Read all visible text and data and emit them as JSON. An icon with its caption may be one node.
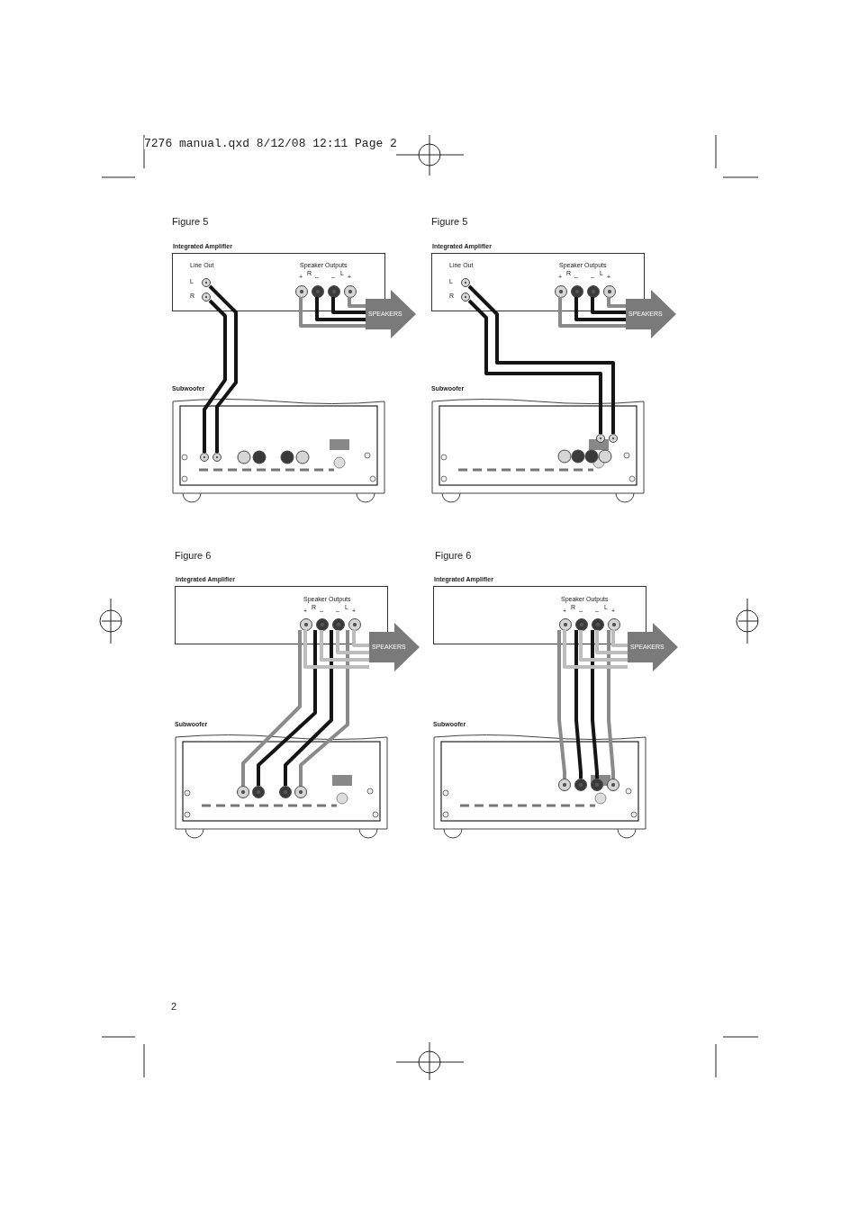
{
  "diagram": {
    "nodes": [
      {
        "text": [
          "Integrated Amplifier"
        ]
      },
      {
        "text": [],
        "shape": "circle",
        "in": 0
      },
      {
        "text": [],
        "shape": "circle",
        "in": 0
      },
      {
        "text": [],
        "shape": "circle",
        "in": 0
      },
      {
        "text": [],
        "shape": "circle",
        "in": 0
      },
      {
        "text": [],
        "shape": "circle",
        "in": 0
      },
      {
        "text": [],
        "shape": "circle",
        "in": 0
      },
      {
        "text": [
          "SPEAKERS"
        ]
      },
      {
        "text": [
          "Subwoofer"
        ]
      },
      {
        "text": [],
        "shape": "circle",
        "in": 8
      },
      {
        "text": [],
        "shape": "circle",
        "in": 8
      },
      {
        "text": [
          "Integrated Amplifier"
        ]
      },
      {
        "text": [],
        "shape": "circle",
        "in": 11
      },
      {
        "text": [],
        "shape": "circle",
        "in": 11
      },
      {
        "text": [],
        "shape": "circle",
        "in": 11
      },
      {
        "text": [],
        "shape": "circle",
        "in": 11
      },
      {
        "text": [],
        "shape": "circle",
        "in": 11
      },
      {
        "text": [],
        "shape": "circle",
        "in": 11
      },
      {
        "text": [
          "SPEAKERS"
        ]
      },
      {
        "text": [
          "Subwoofer"
        ]
      },
      {
        "text": [],
        "shape": "circle",
        "in": 19
      },
      {
        "text": [],
        "shape": "circle",
        "in": 19
      },
      {
        "text": [
          "Integrated Amplifier"
        ]
      },
      {
        "text": [],
        "shape": "circle",
        "in": 22
      },
      {
        "text": [],
        "shape": "circle",
        "in": 22
      },
      {
        "text": [],
        "shape": "circle",
        "in": 22
      },
      {
        "text": [],
        "shape": "circle",
        "in": 22
      },
      {
        "text": [
          "SPEAKERS"
        ]
      },
      {
        "text": [
          "Subwoofer"
        ]
      },
      {
        "text": [],
        "shape": "circle",
        "in": 28
      },
      {
        "text": [],
        "shape": "circle",
        "in": 28
      },
      {
        "text": [],
        "shape": "circle",
        "in": 28
      },
      {
        "text": [],
        "shape": "circle",
        "in": 28
      },
      {
        "text": [
          "Integrated Amplifier"
        ]
      },
      {
        "text": [],
        "shape": "circle",
        "in": 33
      },
      {
        "text": [],
        "shape": "circle",
        "in": 33
      },
      {
        "text": [],
        "shape": "circle",
        "in": 33
      },
      {
        "text": [],
        "shape": "circle",
        "in": 33
      },
      {
        "text": [
          "SPEAKERS"
        ]
      },
      {
        "text": [
          "Subwoofer"
        ]
      },
      {
        "text": [],
        "shape": "circle",
        "in": 39
      },
      {
        "text": [],
        "shape": "circle",
        "in": 39
      },
      {
        "text": [],
        "shape": "circle",
        "in": 39
      },
      {
        "text": [],
        "shape": "circle",
        "in": 39
      }
    ],
    "edges": [
      {
        "from": 1,
        "to": 10,
        "arrow": "none"
      },
      {
        "from": 2,
        "to": 9,
        "arrow": "none"
      },
      {
        "from": 3,
        "to": 7,
        "arrow": "none",
        "color": "#8a8a8a"
      },
      {
        "from": 4,
        "to": 7,
        "arrow": "none"
      },
      {
        "from": 5,
        "to": 7,
        "arrow": "none"
      },
      {
        "from": 6,
        "to": 7,
        "arrow": "none",
        "color": "#8a8a8a"
      },
      {
        "from": 12,
        "to": 21,
        "arrow": "none"
      },
      {
        "from": 13,
        "to": 20,
        "arrow": "none"
      },
      {
        "from": 14,
        "to": 18,
        "arrow": "none",
        "color": "#8a8a8a"
      },
      {
        "from": 15,
        "to": 18,
        "arrow": "none"
      },
      {
        "from": 16,
        "to": 18,
        "arrow": "none"
      },
      {
        "from": 17,
        "to": 18,
        "arrow": "none",
        "color": "#8a8a8a"
      },
      {
        "from": 23,
        "to": 29,
        "arrow": "none",
        "color": "#8a8a8a"
      },
      {
        "from": 24,
        "to": 30,
        "arrow": "none"
      },
      {
        "from": 25,
        "to": 31,
        "arrow": "none"
      },
      {
        "from": 26,
        "to": 32,
        "arrow": "none",
        "color": "#8a8a8a"
      },
      {
        "from": 23,
        "to": 27,
        "arrow": "none",
        "color": "#bdbdbd"
      },
      {
        "from": 24,
        "to": 27,
        "arrow": "none",
        "color": "#bdbdbd"
      },
      {
        "from": 25,
        "to": 27,
        "arrow": "none",
        "color": "#bdbdbd"
      },
      {
        "from": 26,
        "to": 27,
        "arrow": "none",
        "color": "#bdbdbd"
      },
      {
        "from": 34,
        "to": 40,
        "arrow": "none",
        "color": "#8a8a8a"
      },
      {
        "from": 35,
        "to": 41,
        "arrow": "none"
      },
      {
        "from": 36,
        "to": 42,
        "arrow": "none"
      },
      {
        "from": 37,
        "to": 43,
        "arrow": "none",
        "color": "#8a8a8a"
      },
      {
        "from": 34,
        "to": 38,
        "arrow": "none",
        "color": "#bdbdbd"
      },
      {
        "from": 35,
        "to": 38,
        "arrow": "none",
        "color": "#bdbdbd"
      },
      {
        "from": 36,
        "to": 38,
        "arrow": "none",
        "color": "#bdbdbd"
      },
      {
        "from": 37,
        "to": 38,
        "arrow": "none",
        "color": "#bdbdbd"
      }
    ],
    "labels": [
      "7276 manual.qxd 8/12/08 12:11 Page 2",
      "Figure 5",
      "Figure 5",
      "Line Out",
      "L",
      "R",
      "Speaker Outputs",
      "+",
      "R",
      "–",
      "–",
      "L",
      "+",
      "Line Out",
      "L",
      "R",
      "Speaker Outputs",
      "+",
      "R",
      "–",
      "–",
      "L",
      "+",
      "Figure 6",
      "Figure 6",
      "Speaker Outputs",
      "+",
      "R",
      "–",
      "–",
      "L",
      "+",
      "Speaker Outputs",
      "+",
      "R",
      "–",
      "–",
      "L",
      "+",
      "2"
    ]
  }
}
